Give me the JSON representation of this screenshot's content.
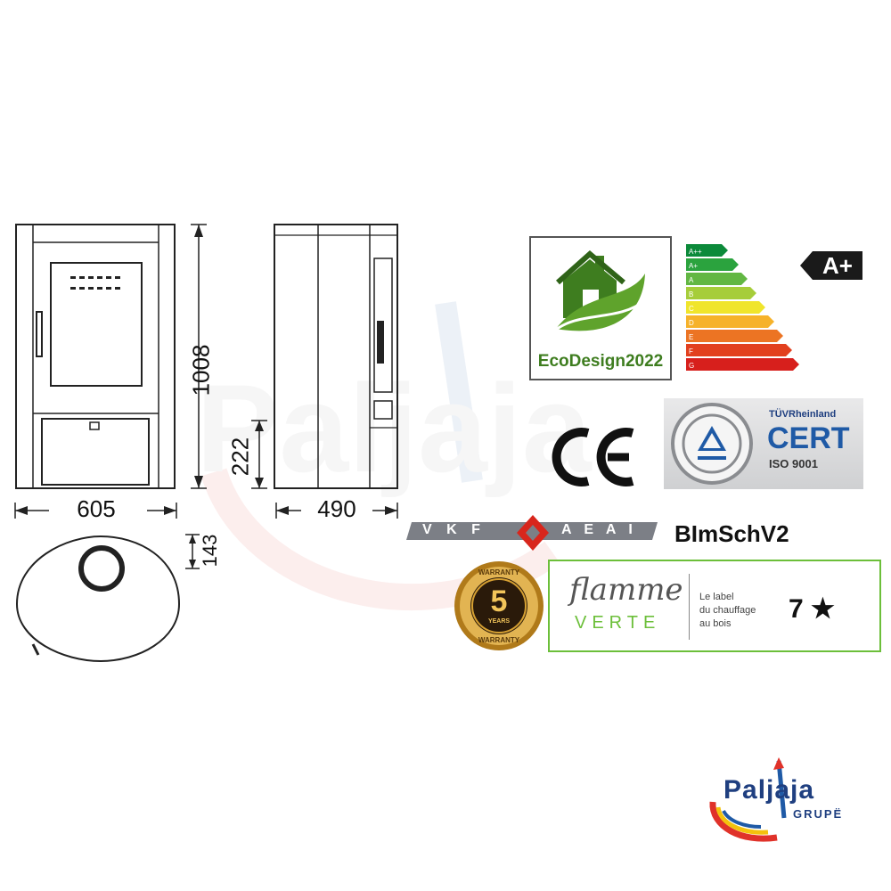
{
  "watermark": {
    "brand": "Paljaja"
  },
  "dimensions": {
    "height": "1008",
    "width_front": "605",
    "depth_side": "490",
    "ashpan_height": "222",
    "flue_offset": "143"
  },
  "labels": {
    "ecodesign": "EcoDesign2022",
    "energy_rating": "A+",
    "energy_classes": [
      "A++",
      "A+",
      "A",
      "B",
      "C",
      "D",
      "E",
      "F",
      "G"
    ],
    "ce_mark": "CE",
    "tuv": {
      "brand": "TÜVRheinland",
      "cert": "CERT",
      "standard": "ISO 9001"
    },
    "vkf": {
      "left": "V K F",
      "right": "A E A I"
    },
    "blmschv": "BImSchV2",
    "warranty": {
      "years": "5",
      "unit": "YEARS",
      "word": "WARRANTY"
    },
    "flamme_verte": {
      "script": "flamme",
      "verte": "VERTE",
      "desc_line1": "Le label",
      "desc_line2": "du chauffage",
      "desc_line3": "au bois",
      "stars": "7 ★"
    }
  },
  "brand": {
    "name": "Paljaja",
    "sub": "GRUPË"
  },
  "colors": {
    "eco_green": "#3e7d1f",
    "energy_green": "#1e9e3a",
    "energy_red": "#e2241b",
    "vkf_grey": "#7c7f86",
    "vkf_red": "#d8261c",
    "flamme_green": "#6cbf3a",
    "warranty_gold": "#d6a032",
    "brand_red": "#e0322a",
    "brand_blue": "#1f5aa6",
    "brand_yellow": "#f4c20d"
  }
}
